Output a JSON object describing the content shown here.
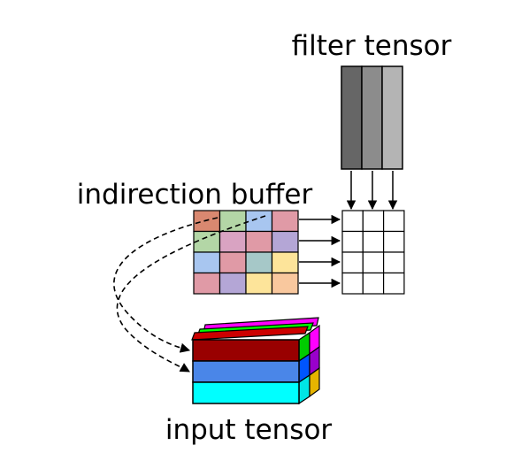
{
  "labels": {
    "filter": "filter tensor",
    "indirection": "indirection buffer",
    "input": "input tensor"
  },
  "filter_columns": [
    "#666666",
    "#8c8c8c",
    "#b4b4b4"
  ],
  "indirection_cells": [
    [
      "#d98870",
      "#b3d6a6",
      "#a8c6f0",
      "#e09aa6"
    ],
    [
      "#b3d6a6",
      "#d9a3c2",
      "#e09aa6",
      "#b4a6d6"
    ],
    [
      "#a8c6f0",
      "#e09aa6",
      "#a6c8c8",
      "#fde49a"
    ],
    [
      "#e09aa6",
      "#b4a6d6",
      "#fde49a",
      "#f9c89e"
    ]
  ],
  "output_grid": {
    "rows": 4,
    "cols": 3
  },
  "input_layers": {
    "front": [
      "#990000",
      "#4a86e8",
      "#00ffff"
    ],
    "top_strips": [
      "#ff00ff",
      "#00ff00",
      "#cc0000"
    ],
    "side_cells": [
      [
        "#00cc00",
        "#ff00ff"
      ],
      [
        "#0055ff",
        "#9900cc"
      ],
      [
        "#00e5e5",
        "#e6b400"
      ]
    ]
  }
}
